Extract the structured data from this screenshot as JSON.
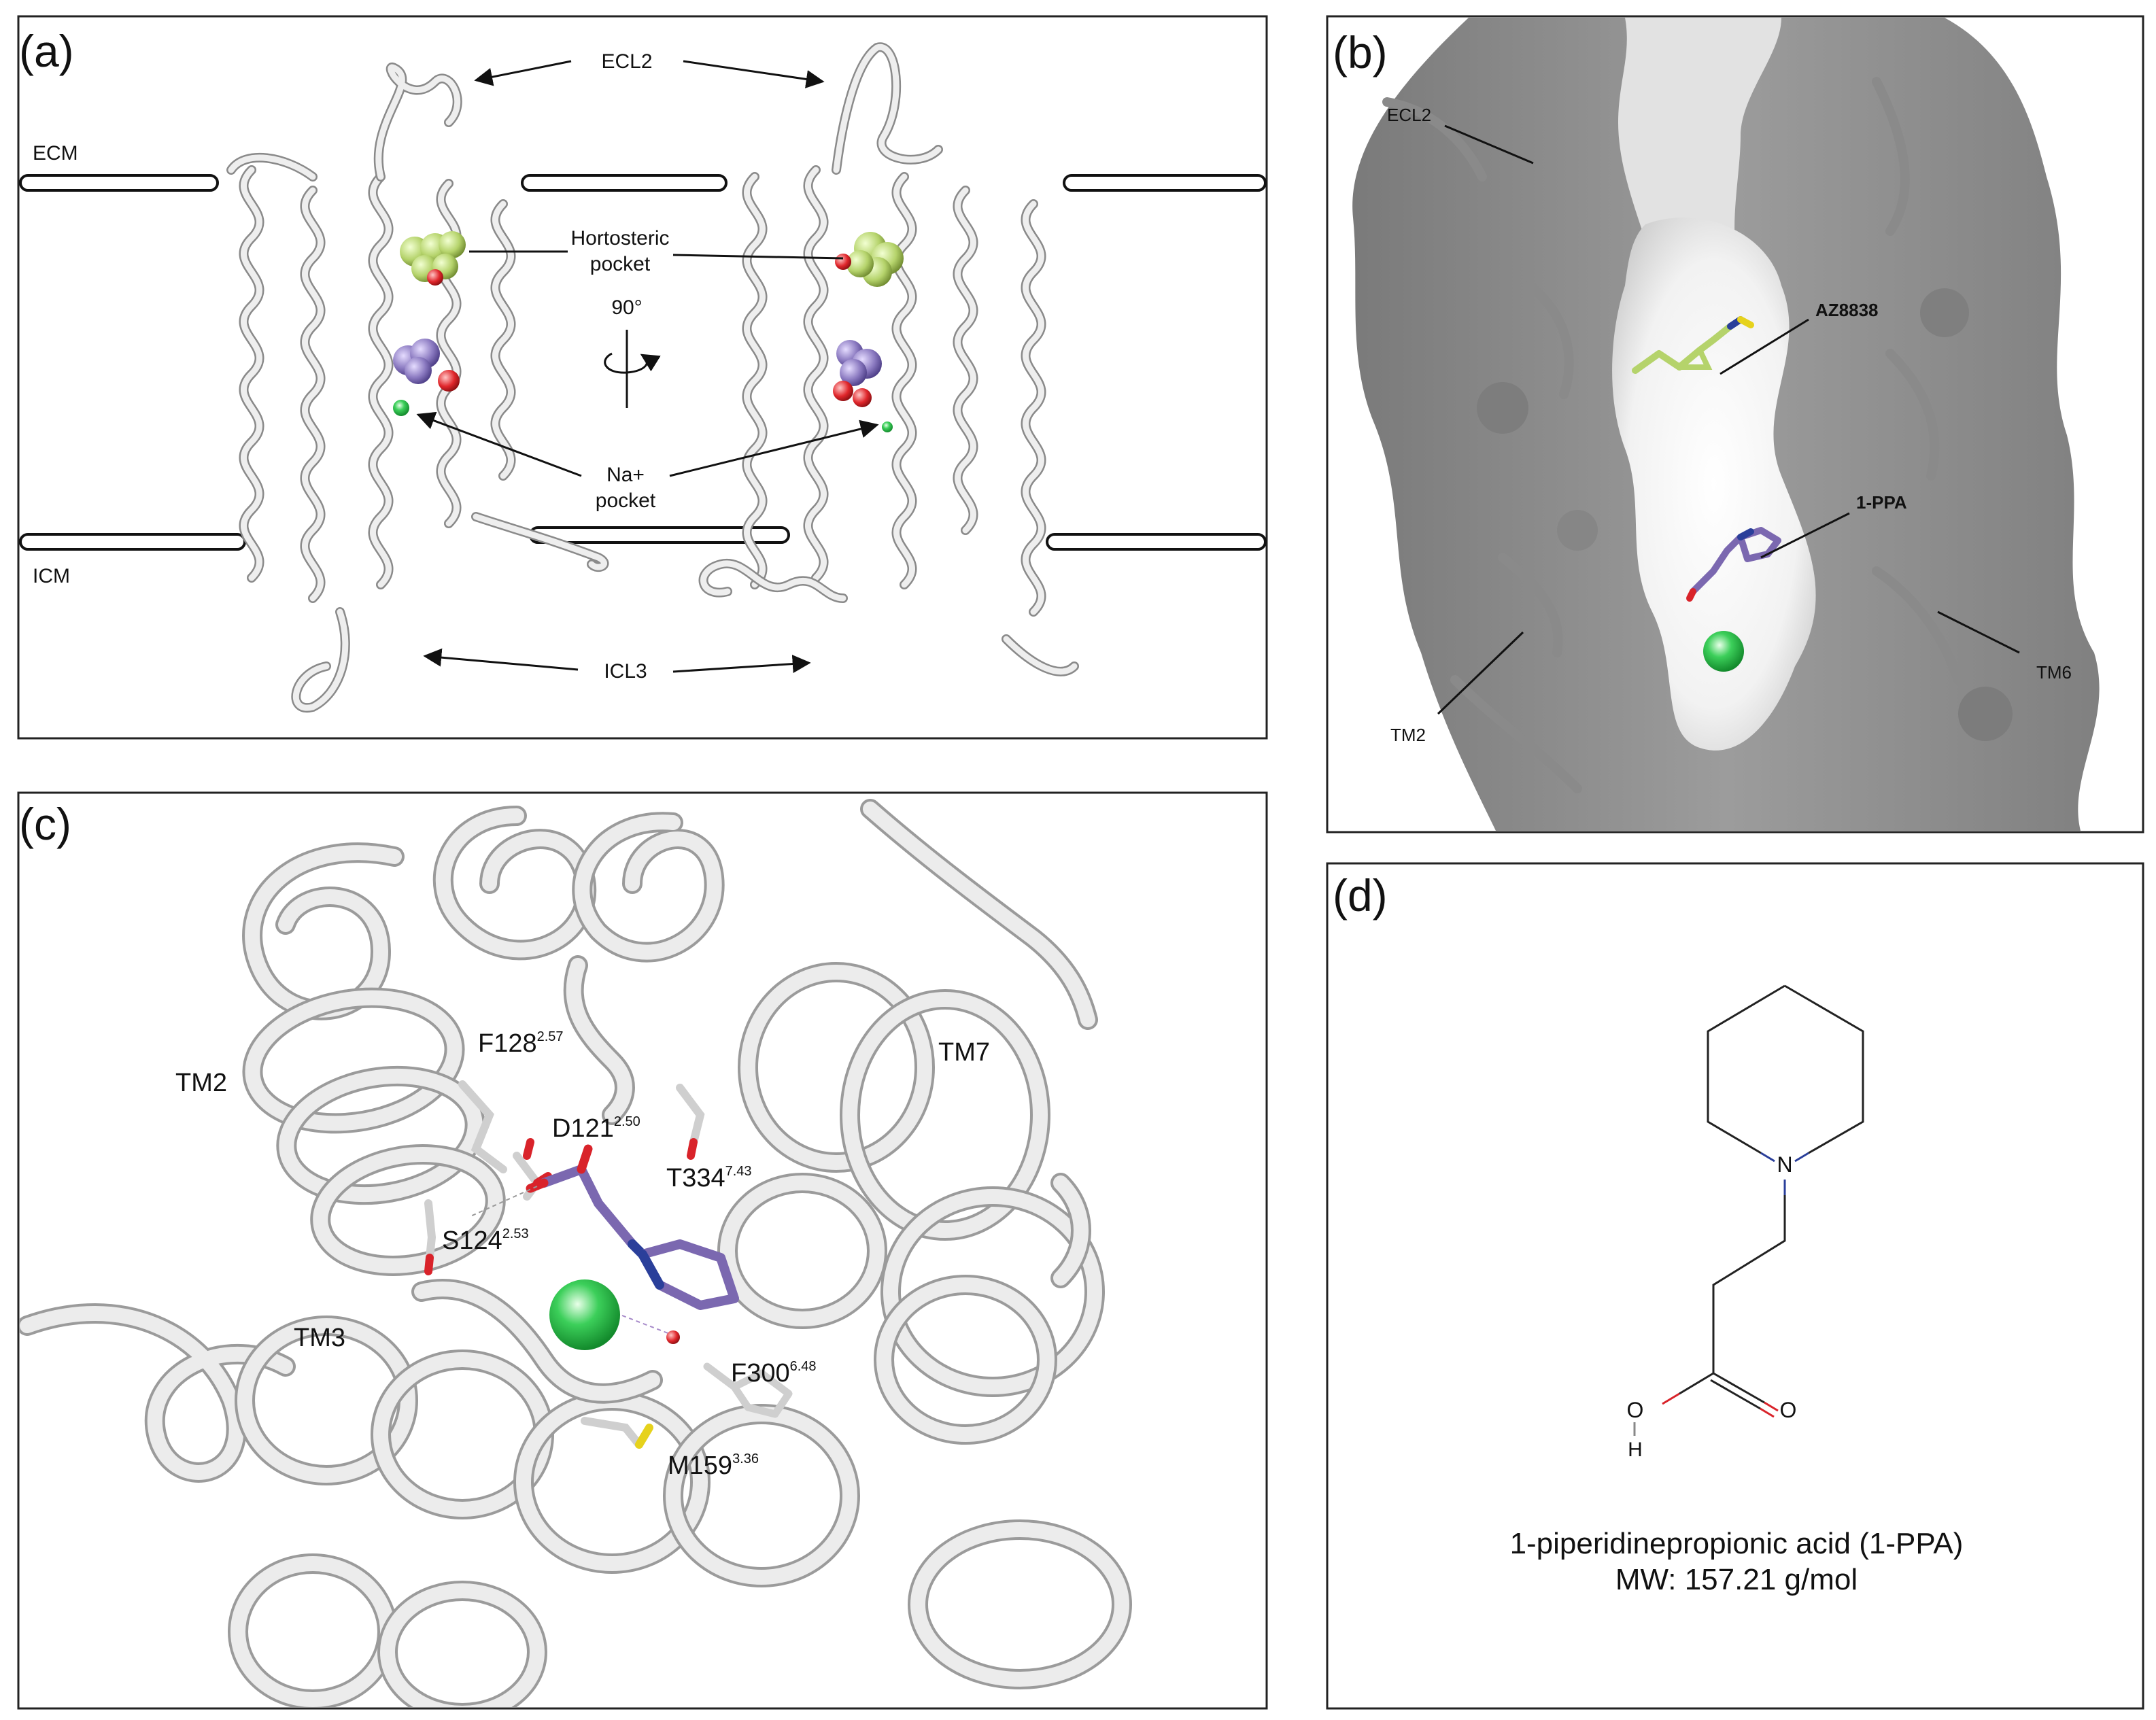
{
  "panels": {
    "a": {
      "letter": "(a)",
      "labels": {
        "ecl2": "ECL2",
        "ecm": "ECM",
        "icm": "ICM",
        "hortosteric_line1": "Hortosteric",
        "hortosteric_line2": "pocket",
        "rotation": "90°",
        "na_line1": "Na+",
        "na_line2": "pocket",
        "icl3": "ICL3"
      }
    },
    "b": {
      "letter": "(b)",
      "labels": {
        "ecl2": "ECL2",
        "az8838": "AZ8838",
        "ppa": "1-PPA",
        "tm2": "TM2",
        "tm6": "TM6"
      }
    },
    "c": {
      "letter": "(c)",
      "helix_labels": {
        "tm2": "TM2",
        "tm3": "TM3",
        "tm7": "TM7"
      },
      "residues": [
        {
          "name": "F128",
          "sup": "2.57"
        },
        {
          "name": "D121",
          "sup": "2.50"
        },
        {
          "name": "T334",
          "sup": "7.43"
        },
        {
          "name": "S124",
          "sup": "2.53"
        },
        {
          "name": "F300",
          "sup": "6.48"
        },
        {
          "name": "M159",
          "sup": "3.36"
        }
      ]
    },
    "d": {
      "letter": "(d)",
      "atoms": {
        "n": "N",
        "o1": "O",
        "o2": "O",
        "h": "H"
      },
      "caption_line1": "1-piperidinepropionic acid (1-PPA)",
      "caption_line2": "MW: 157.21 g/mol"
    }
  },
  "colors": {
    "ligand_az8838": "#b5d36b",
    "ligand_1ppa": "#7b68b0",
    "sodium": "#2dbb4a",
    "oxygen": "#d9232a",
    "nitrogen": "#2a3f9a",
    "sulfur": "#e6d21c",
    "surface_gray": "#8f8f8f",
    "ribbon_gray": "#e6e6e6"
  }
}
